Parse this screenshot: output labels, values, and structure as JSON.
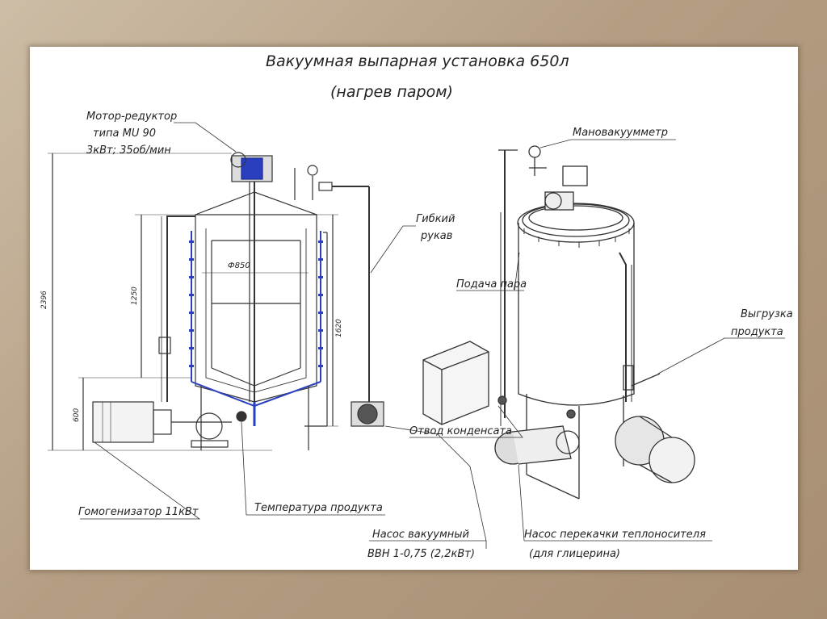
{
  "title_line1": "Вакуумная выпарная установка 650л",
  "title_line2": "(нагрев паром)",
  "motor_label_line1": "Мотор-редуктор",
  "motor_label_line2": "типа MU 90",
  "motor_label_line3": "3кВт; 35об/мин",
  "dim_total_height": "2396",
  "dim_wall_height": "1250",
  "dim_diameter": "Ф850",
  "dim_inner_height": "1620",
  "dim_leg_height": "600",
  "homogenizer_label": "Гомогенизатор 11кВт",
  "product_temp_label": "Температура продукта",
  "vacuum_pump_label_line1": "Насос вакуумный",
  "vacuum_pump_label_line2": "ВВН 1-0,75 (2,2кВт)",
  "flexible_hose_label_line1": "Гибкий",
  "flexible_hose_label_line2": "рукав",
  "manovacuum_label": "Мановакуумметр",
  "steam_supply_label": "Подача пара",
  "product_discharge_label_line1": "Выгрузка",
  "product_discharge_label_line2": "продукта",
  "condensate_label": "Отвод конденсата",
  "coolant_pump_label_line1": "Насос перекачки теплоносителя",
  "coolant_pump_label_line2": "(для глицерина)",
  "colors": {
    "frame": "#b49d82",
    "sheet": "#ffffff",
    "lines": "#333333",
    "jacket_blue": "#2a3fbf"
  }
}
